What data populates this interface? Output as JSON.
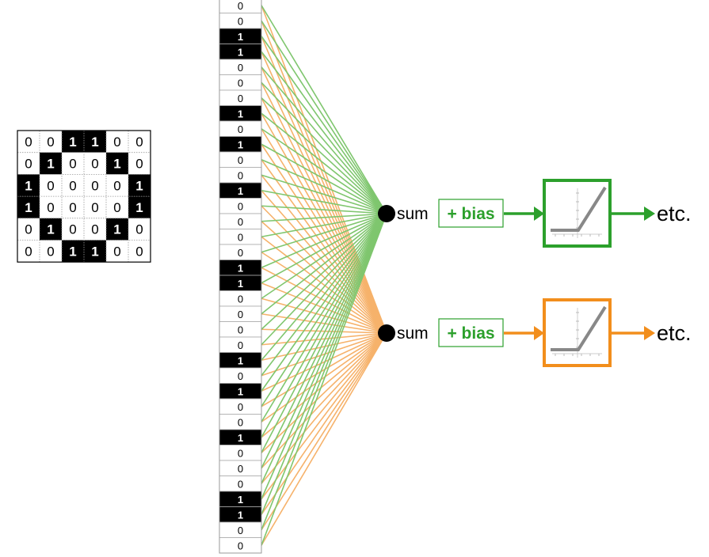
{
  "grid": {
    "rows": [
      [
        0,
        0,
        1,
        1,
        0,
        0
      ],
      [
        0,
        1,
        0,
        0,
        1,
        0
      ],
      [
        1,
        0,
        0,
        0,
        0,
        1
      ],
      [
        1,
        0,
        0,
        0,
        0,
        1
      ],
      [
        0,
        1,
        0,
        0,
        1,
        0
      ],
      [
        0,
        0,
        1,
        1,
        0,
        0
      ]
    ]
  },
  "column": {
    "values": [
      0,
      0,
      1,
      1,
      0,
      0,
      0,
      1,
      0,
      1,
      0,
      0,
      1,
      0,
      0,
      0,
      0,
      1,
      1,
      0,
      0,
      0,
      0,
      1,
      0,
      1,
      0,
      0,
      1,
      0,
      0,
      0,
      1,
      1,
      0,
      0
    ]
  },
  "neurons": [
    {
      "sum_label": "sum",
      "bias_label": "+ bias",
      "output_label": "etc.",
      "color": "#2ca02c",
      "activation_icon": "relu-icon"
    },
    {
      "sum_label": "sum",
      "bias_label": "+ bias",
      "output_label": "etc.",
      "color": "#f28e1c",
      "activation_icon": "relu-icon"
    }
  ],
  "colors": {
    "green_line": "#7fc66e",
    "orange_line": "#f6b26b",
    "bias_text": "#2ca02c",
    "relu_line": "#888888"
  }
}
